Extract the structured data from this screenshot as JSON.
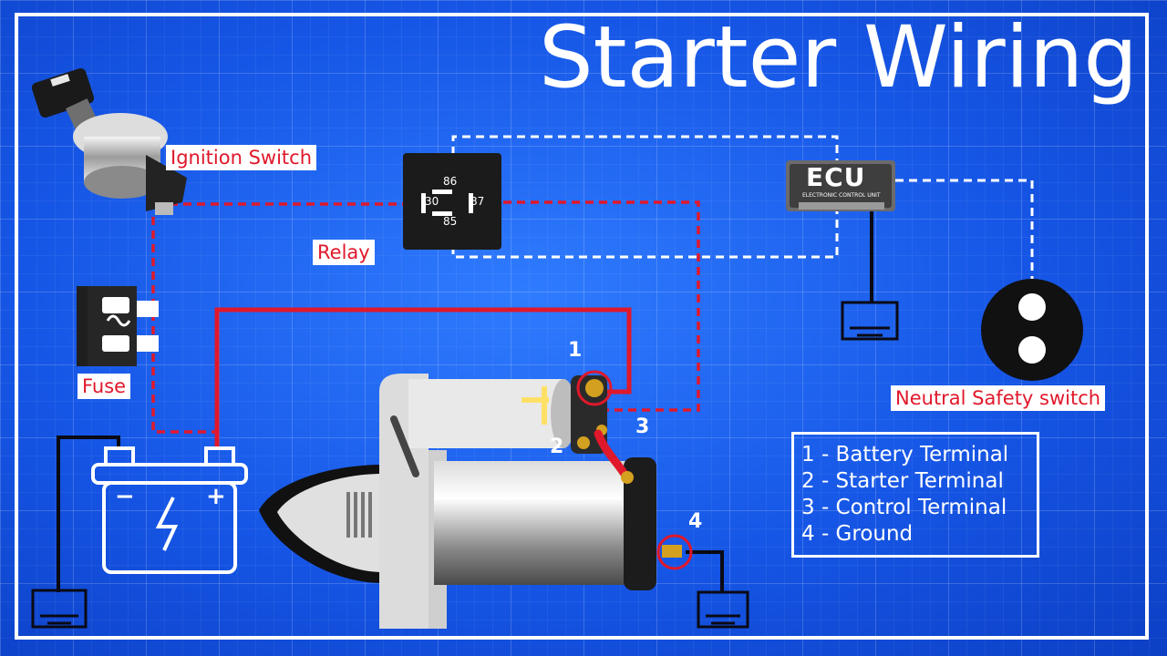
{
  "title": "Starter Wiring",
  "labels": {
    "ignition_switch": "Ignition Switch",
    "relay": "Relay",
    "fuse": "Fuse",
    "neutral_safety_switch": "Neutral Safety switch"
  },
  "relay_pins": {
    "p86": "86",
    "p30": "30",
    "p87": "87",
    "p85": "85"
  },
  "ecu": {
    "name": "ECU",
    "subtitle": "ELECTRONIC CONTROL UNIT"
  },
  "battery": {
    "minus": "−",
    "plus": "+"
  },
  "terminal_numbers": [
    "1",
    "2",
    "3",
    "4"
  ],
  "legend": [
    "1 - Battery Terminal",
    "2 - Starter Terminal",
    "3 - Control Terminal",
    "4 - Ground"
  ],
  "colors": {
    "wire_red": "#e0182b",
    "wire_white": "#ffffff",
    "wire_black": "#0a0a14",
    "background": "#1656e6"
  }
}
